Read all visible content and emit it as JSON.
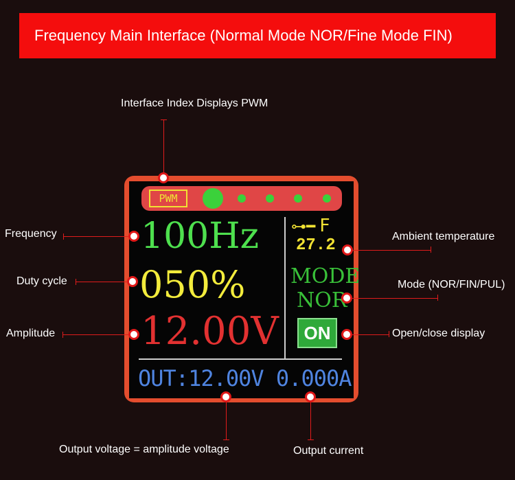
{
  "banner": {
    "title": "Frequency Main Interface (Normal Mode NOR/Fine Mode FIN)"
  },
  "callouts": {
    "interface_index": "Interface Index Displays PWM",
    "frequency": "Frequency",
    "duty_cycle": "Duty cycle",
    "amplitude": "Amplitude",
    "ambient_temperature": "Ambient temperature",
    "mode": "Mode (NOR/FIN/PUL)",
    "open_close": "Open/close display",
    "output_voltage": "Output voltage = amplitude voltage",
    "output_current": "Output current"
  },
  "screen": {
    "index_label": "PWM",
    "frequency": "100Hz",
    "duty": "050%",
    "amplitude": "12.00V",
    "temp_unit": "F",
    "temperature": "27.2",
    "mode_label": "MODE",
    "mode_value": "NOR",
    "output_button": "ON",
    "output_readout": "OUT:12.00V 0.000A"
  },
  "colors": {
    "banner": "#f40d0d",
    "device_frame": "#e44d2e",
    "frequency": "#4ee04e",
    "duty": "#f3ec3c",
    "amplitude": "#e23131",
    "output": "#4f84e0",
    "button_on": "#2fa93a"
  }
}
